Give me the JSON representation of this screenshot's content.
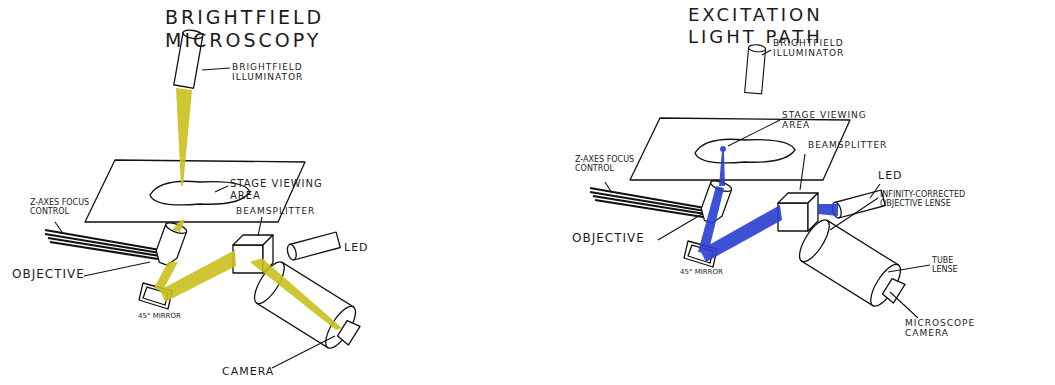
{
  "diagram": {
    "labels": [
      "BRIGHTFIELD MICROSCOPY",
      "BRIGHTFIELD ILLUMINATOR",
      "STAGE VIEWING AREA",
      "BEAMSPLITTER",
      "Z-AXES FOCUS CONTROL",
      "LED",
      "OBJECTIVE",
      "45° MIRROR",
      "CAMERA",
      "EXCITATION LIGHT PATH",
      "BRIGHTFIELD ILLUMINATOR",
      "STAGE VIEWING AREA",
      "BEAMSPLITTER",
      "Z-AXES FOCUS CONTROL",
      "LED",
      "INFINITY-CORRECTED OBJECTIVE LENSE",
      "OBJECTIVE",
      "45° MIRROR",
      "TUBE LENSE",
      "MICROSCOPE CAMERA"
    ]
  }
}
